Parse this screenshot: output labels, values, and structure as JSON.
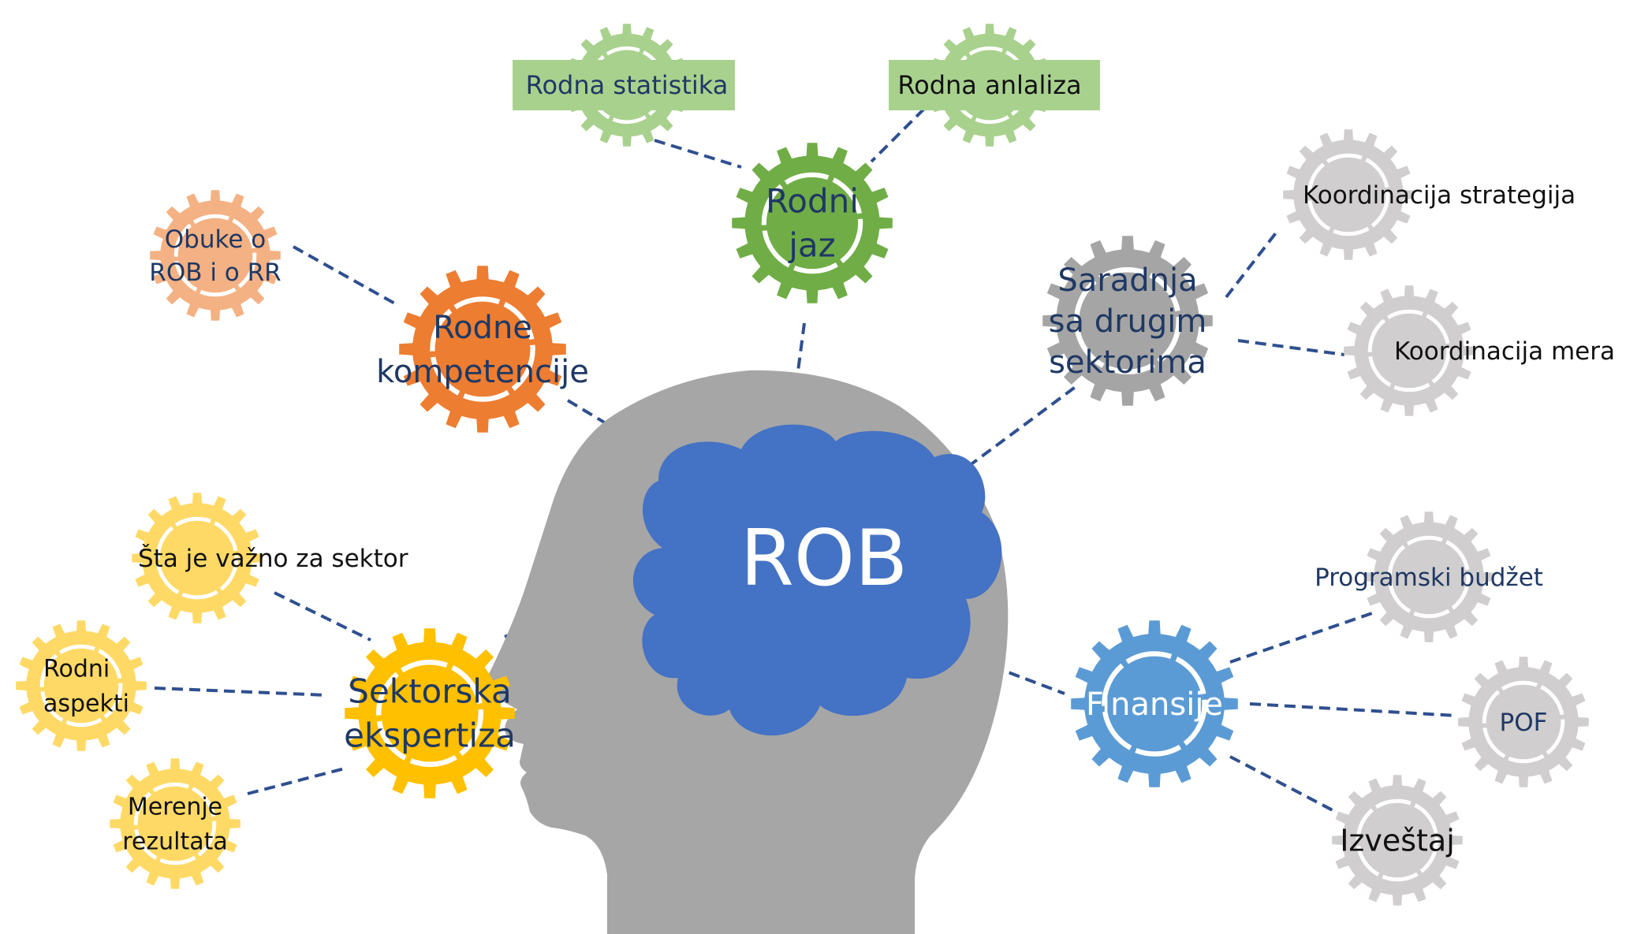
{
  "center": {
    "label": "ROB",
    "color": "#4472C4"
  },
  "head_color": "#A6A6A6",
  "connector_color": "#2F4F8F",
  "gears": {
    "rodni_jaz": {
      "lines": [
        "Rodni",
        "jaz"
      ],
      "color": "#70AD47"
    },
    "rodna_statistika": {
      "lines": [
        "Rodna statistika"
      ],
      "color": "#A9D18E",
      "box_color": "#A9D18E"
    },
    "rodna_analiza": {
      "lines": [
        "Rodna anlaliza"
      ],
      "color": "#A9D18E",
      "box_color": "#A9D18E"
    },
    "rodne_kompetencije": {
      "lines": [
        "Rodne",
        "kompetencije"
      ],
      "color": "#ED7D31"
    },
    "obuke": {
      "lines": [
        "Obuke o",
        "ROB i o RR"
      ],
      "color": "#F4B183"
    },
    "saradnja": {
      "lines": [
        "Saradnja",
        "sa drugim",
        "sektorima"
      ],
      "color": "#A5A5A5"
    },
    "koordinacija_strategija": {
      "lines": [
        "Koordinacija strategija"
      ],
      "color": "#D0CECE"
    },
    "koordinacija_mera": {
      "lines": [
        "Koordinacija mera"
      ],
      "color": "#D0CECE"
    },
    "sektorska_ekspertiza": {
      "lines": [
        "Sektorska",
        "ekspertiza"
      ],
      "color": "#FFC000"
    },
    "sta_je_vazno": {
      "lines": [
        "Šta je važno za sektor"
      ],
      "color": "#FFD966"
    },
    "rodni_aspekti": {
      "lines": [
        "Rodni",
        "aspekti"
      ],
      "color": "#FFD966"
    },
    "merenje_rezultata": {
      "lines": [
        "Merenje",
        "rezultata"
      ],
      "color": "#FFD966"
    },
    "finansije": {
      "lines": [
        "Finansije"
      ],
      "color": "#5B9BD5"
    },
    "programski_budzet": {
      "lines": [
        "Programski budžet"
      ],
      "color": "#D0CECE"
    },
    "pof": {
      "lines": [
        "POF"
      ],
      "color": "#D0CECE"
    },
    "izvestaj": {
      "lines": [
        "Izveštaj"
      ],
      "color": "#D0CECE"
    }
  }
}
